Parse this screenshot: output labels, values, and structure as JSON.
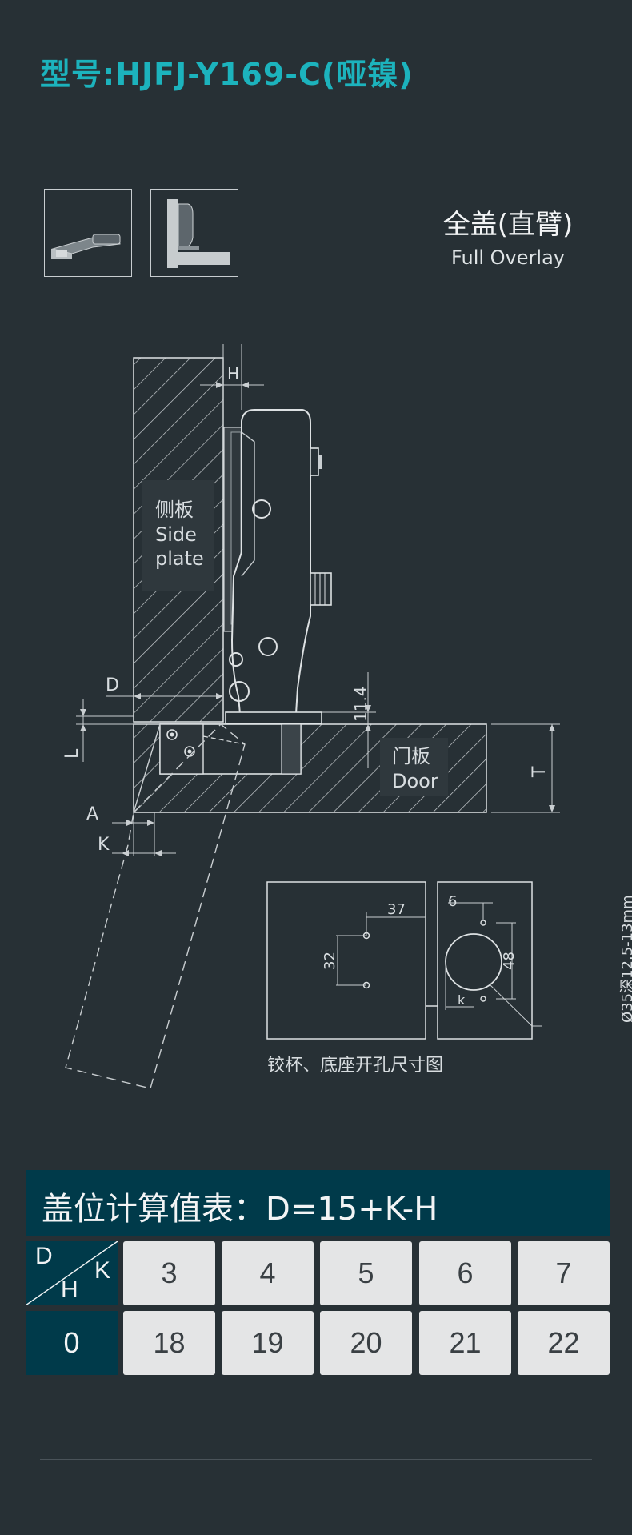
{
  "title": "型号:HJFJ-Y169-C(哑镍)",
  "overlay": {
    "type_cn": "全盖(直臂)",
    "type_en": "Full Overlay"
  },
  "labels": {
    "side_plate_cn": "侧板",
    "side_plate_en1": "Side",
    "side_plate_en2": "plate",
    "door_cn": "门板",
    "door_en": "Door",
    "dim_H": "H",
    "dim_D": "D",
    "dim_L": "L",
    "dim_A": "A",
    "dim_K": "K",
    "dim_T": "T",
    "dim_11_4": "11.4"
  },
  "drilling": {
    "dim_37": "37",
    "dim_32": "32",
    "dim_6": "6",
    "dim_48": "48",
    "dim_k": "k",
    "cup_spec": "Ø35深12.5-13mm",
    "caption": "铰杯、底座开孔尺寸图"
  },
  "table": {
    "header": "盖位计算值表：D=15+K-H",
    "corner_D": "D",
    "corner_H": "H",
    "corner_K": "K",
    "k_values": [
      "3",
      "4",
      "5",
      "6",
      "7"
    ],
    "h_value": "0",
    "d_values": [
      "18",
      "19",
      "20",
      "21",
      "22"
    ]
  },
  "colors": {
    "background": "#273035",
    "title": "#1cb3bd",
    "table_dark": "#003a4a",
    "cell_light": "#e4e5e6"
  }
}
